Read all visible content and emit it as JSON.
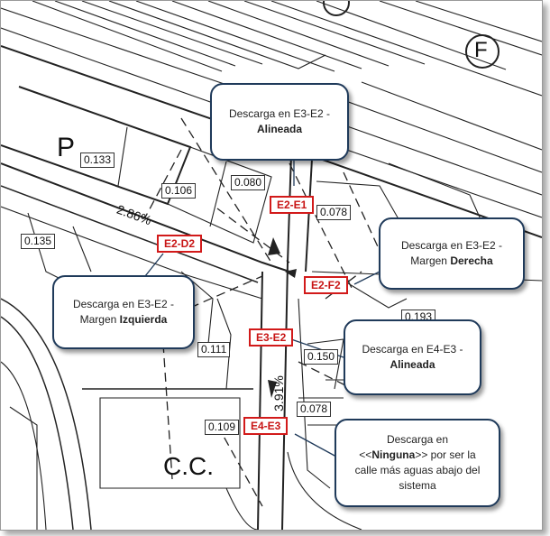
{
  "map": {
    "north_label": "F",
    "zones": [
      {
        "id": "p",
        "label": "P"
      },
      {
        "id": "cc",
        "label": "C.C."
      }
    ],
    "values": [
      "0.133",
      "0.106",
      "0.080",
      "0.078",
      "0.135",
      "0.193",
      "0.111",
      "0.150",
      "0.078",
      "0.109"
    ],
    "slopes": [
      "2.86%",
      "3.91%"
    ]
  },
  "nodes": [
    "E2-E1",
    "E2-D2",
    "E2-F2",
    "E3-E2",
    "E4-E3"
  ],
  "callouts": {
    "e2e1": {
      "line1": "Descarga en E3-E2 -",
      "line2": "Alineada"
    },
    "f2": {
      "line1": "Descarga en E3-E2 -",
      "line2_pre": "Margen ",
      "line2_bold": "Derecha"
    },
    "d2": {
      "line1": "Descarga en E3-E2 -",
      "line2_pre": "Margen ",
      "line2_bold": "Izquierda"
    },
    "e3": {
      "line1": "Descarga en E4-E3 -",
      "line2": "Alineada"
    },
    "e4": {
      "l1": "Descarga en",
      "l2_pre": "<<",
      "l2_bold": "Ninguna",
      "l2_post": ">> por ser la",
      "l3": "calle más aguas abajo del",
      "l4": "sistema"
    }
  },
  "colors": {
    "node_border": "#d21a1a",
    "callout_border": "#1f3a5a"
  }
}
